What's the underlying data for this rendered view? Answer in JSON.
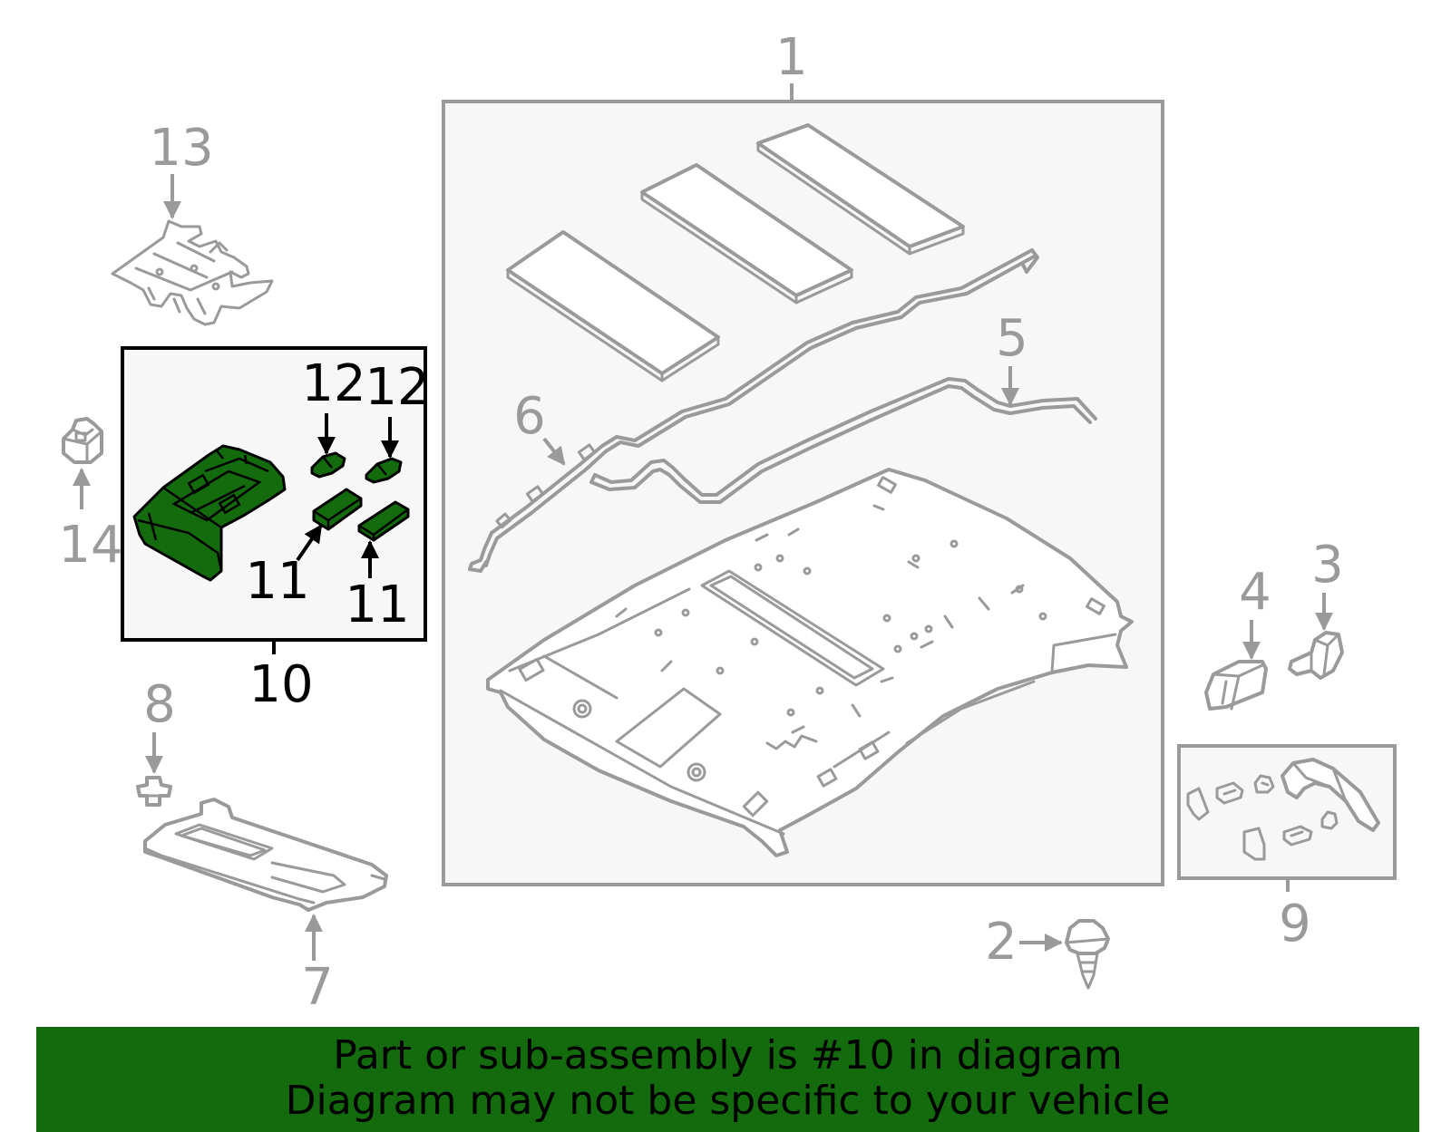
{
  "callouts": {
    "c1": "1",
    "c2": "2",
    "c3": "3",
    "c4": "4",
    "c5": "5",
    "c6": "6",
    "c7": "7",
    "c8": "8",
    "c9": "9",
    "c10": "10",
    "c11a": "11",
    "c11b": "11",
    "c12a": "12",
    "c12b": "12",
    "c13": "13",
    "c14": "14"
  },
  "highlighted_part": "10",
  "colors": {
    "highlight": "#136b0d",
    "line": "#9a9a9a",
    "panel": "#f7f7f7"
  },
  "banner": {
    "line1": "Part or sub-assembly is #10 in diagram",
    "line2": "Diagram may not be specific to your vehicle"
  }
}
